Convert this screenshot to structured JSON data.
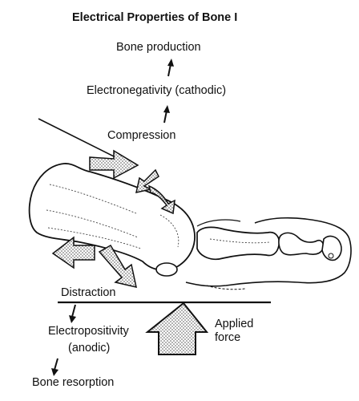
{
  "title": "Electrical Properties of Bone I",
  "labels": {
    "bone_production": "Bone production",
    "electronegativity": "Electronegativity (cathodic)",
    "compression": "Compression",
    "distraction": "Distraction",
    "electropositivity": "Electropositivity",
    "anodic": "(anodic)",
    "bone_resorption": "Bone resorption",
    "applied": "Applied",
    "force": "force"
  },
  "colors": {
    "ink": "#111111",
    "stipple": "#7a7a7a",
    "paper": "#ffffff"
  }
}
